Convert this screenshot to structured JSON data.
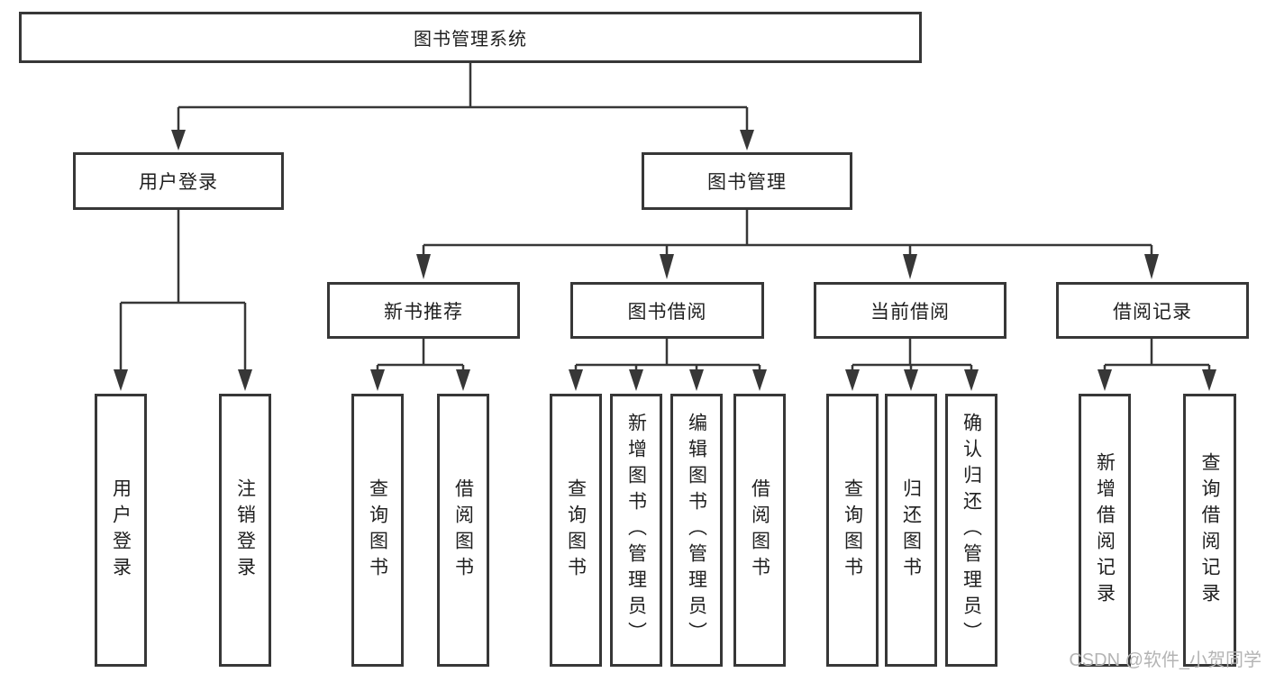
{
  "diagram_title": "图书管理系统",
  "tree": {
    "label": "图书管理系统",
    "children": [
      {
        "label": "用户登录",
        "children": [
          {
            "label": "用户登录"
          },
          {
            "label": "注销登录"
          }
        ]
      },
      {
        "label": "图书管理",
        "children": [
          {
            "label": "新书推荐",
            "children": [
              {
                "label": "查询图书"
              },
              {
                "label": "借阅图书"
              }
            ]
          },
          {
            "label": "图书借阅",
            "children": [
              {
                "label": "查询图书"
              },
              {
                "label": "新增图书（管理员）"
              },
              {
                "label": "编辑图书（管理员）"
              },
              {
                "label": "借阅图书"
              }
            ]
          },
          {
            "label": "当前借阅",
            "children": [
              {
                "label": "查询图书"
              },
              {
                "label": "归还图书"
              },
              {
                "label": "确认归还（管理员）"
              }
            ]
          },
          {
            "label": "借阅记录",
            "children": [
              {
                "label": "新增借阅记录"
              },
              {
                "label": "查询借阅记录"
              }
            ]
          }
        ]
      }
    ]
  },
  "watermark": {
    "text": "CSDN @软件_小贺同学"
  },
  "colors": {
    "line": "#373737",
    "box_border": "#373737",
    "text": "#1f1f1f",
    "background": "#ffffff",
    "watermark": "#b4b4b4"
  }
}
